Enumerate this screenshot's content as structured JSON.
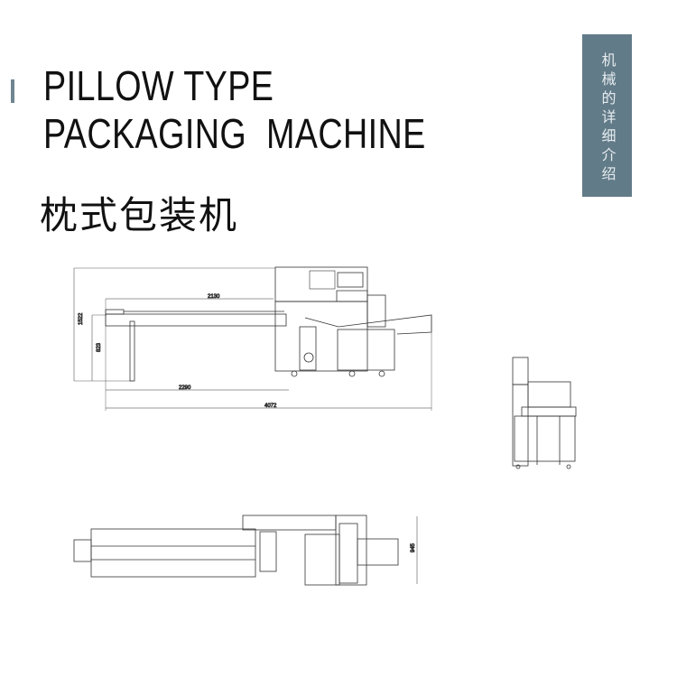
{
  "title": {
    "line1": "PILLOW TYPE",
    "line2": "PACKAGING  MACHINE",
    "chinese": "枕式包装机"
  },
  "side_banner": {
    "text": "机械的详细介绍",
    "color": "#627b88"
  },
  "drawing": {
    "front_view_dimensions": {
      "overall_height": "1522",
      "infeed_height": "823",
      "conveyor_length": "2130",
      "infeed_length": "2290",
      "overall_length": "4072"
    },
    "top_view_dimensions": {
      "width": "945"
    }
  }
}
